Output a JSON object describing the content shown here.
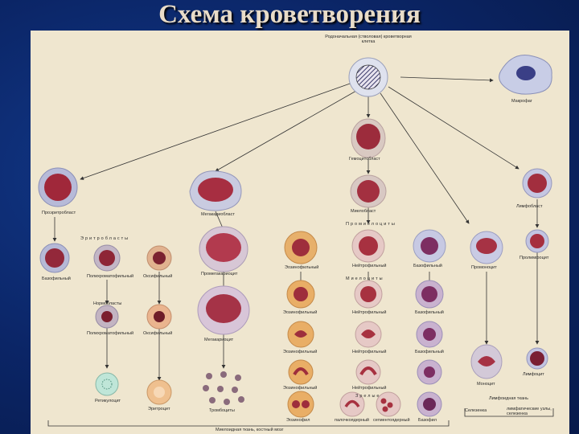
{
  "title": "Схема кроветворения",
  "labels": {
    "stem": "Родоначальная (стволовая) кроветворная клетка",
    "macrophage": "Макрофаг",
    "hemocytoblast": "Гемоцитобласт",
    "myeloblast": "Миелобласт",
    "promyelocytes": "Промиелоциты",
    "proerythroblast": "Проэритробласт",
    "megakaryoblast": "Мегакариобласт",
    "lymphoblast": "Лимфобласт",
    "erythroblasts": "Эритробласты",
    "basophilic": "Базофильный",
    "polychromatic": "Полихроматофильный",
    "oxyphilic": "Оксифильный",
    "promegakaryocyte": "Промегакариоцит",
    "eosinophilic_pro": "Эозинофильный",
    "neutrophilic_pro": "Нейтрофильный",
    "basophilic_pro": "Базофильный",
    "myelocytes": "Миелоциты",
    "promonocyte": "Промоноцит",
    "prolymphocyte": "Пролимфоцит",
    "normoblasts": "Нормобласты",
    "polychromatic_n": "Полихроматофильный",
    "oxyphilic_n": "Оксифильный",
    "megakaryocyte": "Мегакариоцит",
    "eos_myel": "Эозинофильный",
    "neut_myel": "Нейтрофильный",
    "baso_myel": "Базофильный",
    "eos_meta": "Эозинофильный",
    "neut_meta": "Нейтрофильный",
    "baso_meta": "Базофильный",
    "eos_band": "Эозинофильный",
    "neut_band": "Нейтрофильный",
    "mature": "Зрелые",
    "reticulocyte": "Ретикулоцит",
    "erythrocyte": "Эритроцит",
    "platelets": "Тромбоциты",
    "eosinophil": "Эозинофил",
    "neut_band_final": "палочкоядерный",
    "neut_seg_final": "сегментоядерный",
    "basophil": "Базофил",
    "monocyte": "Моноцит",
    "lymphocyte": "Лимфоцит",
    "spleen": "Селезенка",
    "lymph_tissue": "Лимфоидная ткань",
    "lymph_nodes": "лимфатические узлы, селезенка",
    "bone_marrow": "Миелоидная ткань, костный мозг"
  }
}
